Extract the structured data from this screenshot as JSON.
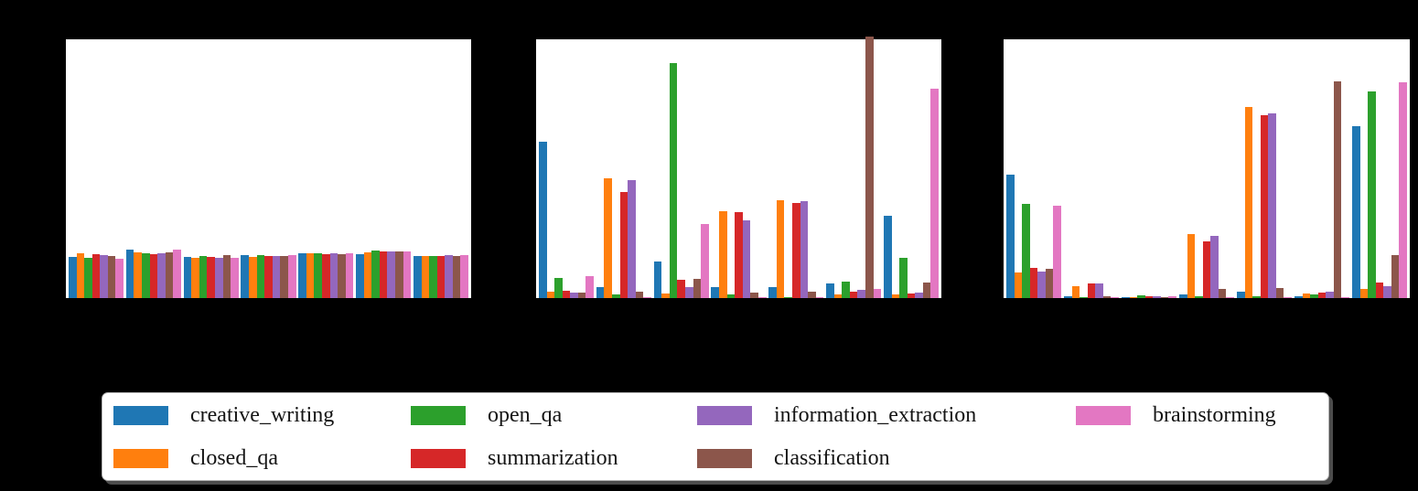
{
  "figure": {
    "background_color": "#000000",
    "panel_background_color": "#ffffff",
    "num_panels": 3,
    "axis_text_visible": false
  },
  "legend": {
    "position": "bottom",
    "items": [
      {
        "label": "creative_writing",
        "color": "#1f77b4"
      },
      {
        "label": "closed_qa",
        "color": "#ff7f0e"
      },
      {
        "label": "open_qa",
        "color": "#2ca02c"
      },
      {
        "label": "summarization",
        "color": "#d62728"
      },
      {
        "label": "information_extraction",
        "color": "#9467bd"
      },
      {
        "label": "classification",
        "color": "#8c564b"
      },
      {
        "label": "brainstorming",
        "color": "#e377c2"
      }
    ]
  },
  "chart_data": [
    {
      "type": "bar",
      "panel": "left",
      "categories": [
        0,
        1,
        2,
        3,
        4,
        5,
        6
      ],
      "ylim": [
        0,
        1
      ],
      "grid": false,
      "tick_labels_visible": false,
      "series": [
        {
          "name": "creative_writing",
          "color": "#1f77b4",
          "values": [
            0.158,
            0.188,
            0.159,
            0.168,
            0.173,
            0.171,
            0.164
          ]
        },
        {
          "name": "closed_qa",
          "color": "#ff7f0e",
          "values": [
            0.172,
            0.178,
            0.156,
            0.16,
            0.173,
            0.178,
            0.164
          ]
        },
        {
          "name": "open_qa",
          "color": "#2ca02c",
          "values": [
            0.154,
            0.174,
            0.161,
            0.166,
            0.173,
            0.184,
            0.164
          ]
        },
        {
          "name": "summarization",
          "color": "#d62728",
          "values": [
            0.17,
            0.171,
            0.159,
            0.164,
            0.171,
            0.179,
            0.164
          ]
        },
        {
          "name": "information_extraction",
          "color": "#9467bd",
          "values": [
            0.168,
            0.175,
            0.157,
            0.163,
            0.175,
            0.179,
            0.165
          ]
        },
        {
          "name": "classification",
          "color": "#8c564b",
          "values": [
            0.163,
            0.177,
            0.168,
            0.161,
            0.17,
            0.18,
            0.161
          ]
        },
        {
          "name": "brainstorming",
          "color": "#e377c2",
          "values": [
            0.151,
            0.186,
            0.157,
            0.168,
            0.173,
            0.18,
            0.165
          ]
        }
      ]
    },
    {
      "type": "bar",
      "panel": "middle",
      "categories": [
        0,
        1,
        2,
        3,
        4,
        5,
        6
      ],
      "ylim": [
        0,
        1
      ],
      "grid": false,
      "tick_labels_visible": false,
      "series": [
        {
          "name": "creative_writing",
          "color": "#1f77b4",
          "values": [
            0.605,
            0.041,
            0.14,
            0.042,
            0.042,
            0.057,
            0.318
          ]
        },
        {
          "name": "closed_qa",
          "color": "#ff7f0e",
          "values": [
            0.024,
            0.462,
            0.017,
            0.337,
            0.377,
            0.015,
            0.013
          ]
        },
        {
          "name": "open_qa",
          "color": "#2ca02c",
          "values": [
            0.077,
            0.014,
            0.91,
            0.013,
            0.005,
            0.063,
            0.157
          ]
        },
        {
          "name": "summarization",
          "color": "#d62728",
          "values": [
            0.027,
            0.41,
            0.072,
            0.331,
            0.366,
            0.025,
            0.017
          ]
        },
        {
          "name": "information_extraction",
          "color": "#9467bd",
          "values": [
            0.022,
            0.455,
            0.044,
            0.3,
            0.373,
            0.033,
            0.02
          ]
        },
        {
          "name": "classification",
          "color": "#8c564b",
          "values": [
            0.02,
            0.025,
            0.075,
            0.02,
            0.025,
            1.01,
            0.059
          ]
        },
        {
          "name": "brainstorming",
          "color": "#e377c2",
          "values": [
            0.085,
            0.004,
            0.285,
            0.004,
            0.004,
            0.035,
            0.808
          ]
        }
      ]
    },
    {
      "type": "bar",
      "panel": "right",
      "categories": [
        0,
        1,
        2,
        3,
        4,
        5,
        6
      ],
      "ylim": [
        0,
        1
      ],
      "grid": false,
      "tick_labels_visible": false,
      "series": [
        {
          "name": "creative_writing",
          "color": "#1f77b4",
          "values": [
            0.478,
            0.007,
            0.004,
            0.014,
            0.026,
            0.008,
            0.664
          ]
        },
        {
          "name": "closed_qa",
          "color": "#ff7f0e",
          "values": [
            0.098,
            0.045,
            0.002,
            0.248,
            0.738,
            0.019,
            0.036
          ]
        },
        {
          "name": "open_qa",
          "color": "#2ca02c",
          "values": [
            0.364,
            0.002,
            0.012,
            0.007,
            0.006,
            0.014,
            0.8
          ]
        },
        {
          "name": "summarization",
          "color": "#d62728",
          "values": [
            0.117,
            0.058,
            0.006,
            0.221,
            0.707,
            0.022,
            0.062
          ]
        },
        {
          "name": "information_extraction",
          "color": "#9467bd",
          "values": [
            0.103,
            0.056,
            0.006,
            0.241,
            0.715,
            0.026,
            0.047
          ]
        },
        {
          "name": "classification",
          "color": "#8c564b",
          "values": [
            0.115,
            0.007,
            0.002,
            0.035,
            0.038,
            0.838,
            0.168
          ]
        },
        {
          "name": "brainstorming",
          "color": "#e377c2",
          "values": [
            0.356,
            0.002,
            0.006,
            0.003,
            0.003,
            0.004,
            0.835
          ]
        }
      ]
    }
  ]
}
